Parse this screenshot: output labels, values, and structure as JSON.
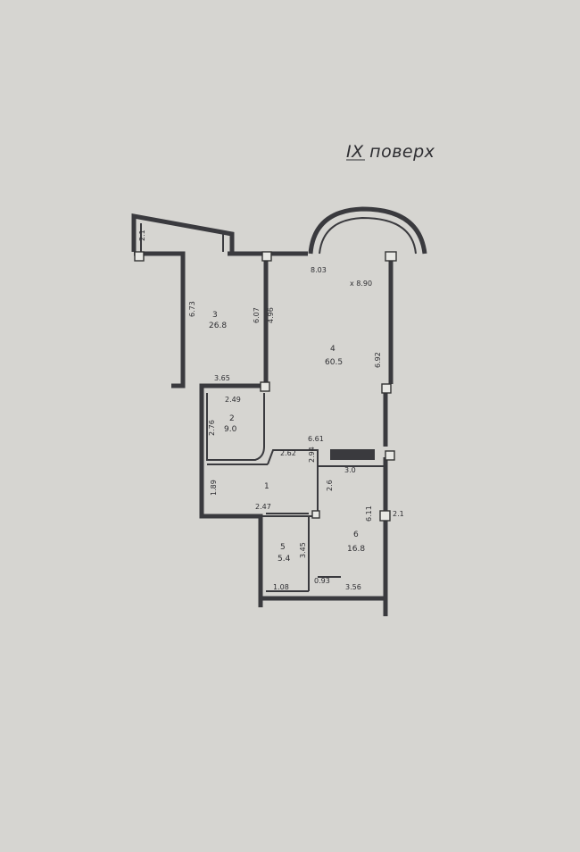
{
  "floor_label": "IX поверх",
  "colors": {
    "paper": "#d6d5d1",
    "ink": "#3a3a3e"
  },
  "rooms": [
    {
      "number": "3",
      "area": "26.8",
      "dims": [
        "6.73",
        "6.07"
      ]
    },
    {
      "number": "4",
      "area": "60.5",
      "dims": [
        "8.03",
        "x 8.90",
        "6.92"
      ]
    },
    {
      "number": "2",
      "area": "9.0",
      "dims": [
        "2.49",
        "2.76"
      ]
    },
    {
      "number": "1",
      "area": "",
      "dims": [
        "1.89",
        "2.62"
      ]
    },
    {
      "number": "6",
      "area": "16.8",
      "dims": [
        "3.0",
        "6.11"
      ]
    },
    {
      "number": "5",
      "area": "5.4",
      "dims": [
        "3.45"
      ]
    }
  ],
  "dimensions": {
    "top_left_small": "2.1",
    "hall_width": "3.65",
    "corridor_top": "6.61",
    "corridor_left": "2.62",
    "inner_vertical": "2.94",
    "bottom_mid": "2.47",
    "bottom_left": "1.08",
    "bottom_center": "0.93",
    "bottom_right": "3.56",
    "right_edge": "2.6",
    "right_mark": "2.1",
    "mid_vertical": "4.96"
  }
}
